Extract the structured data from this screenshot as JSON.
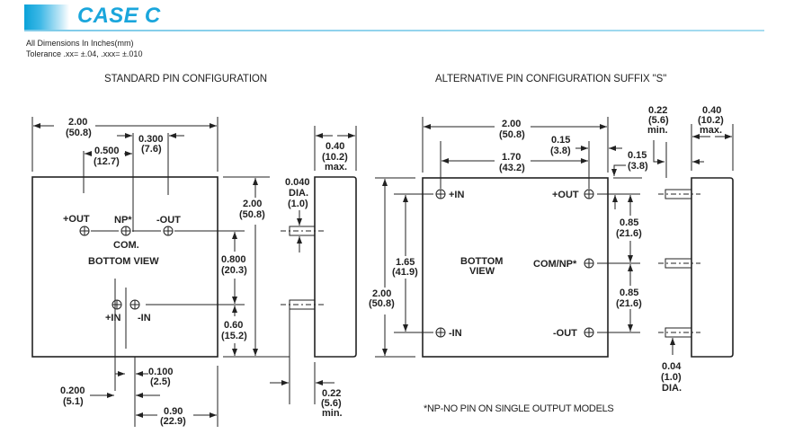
{
  "header": {
    "title": "CASE C",
    "accent_color": "#1aa6dc"
  },
  "notes": {
    "units": "All Dimensions In Inches(mm)",
    "tolerance": "Tolerance .xx= ±.04, .xxx= ±.010"
  },
  "sections": {
    "standard": "STANDARD PIN CONFIGURATION",
    "alternative": "ALTERNATIVE PIN CONFIGURATION SUFFIX \"S\""
  },
  "standard": {
    "pins": {
      "plus_out": "+OUT",
      "np": "NP*",
      "minus_out": "-OUT",
      "com": "COM.",
      "plus_in": "+IN",
      "minus_in": "-IN"
    },
    "view_label": "BOTTOM VIEW",
    "dims": {
      "width": [
        "2.00",
        "(50.8)"
      ],
      "pin_0500": [
        "0.500",
        "(12.7)"
      ],
      "pin_0300": [
        "0.300",
        "(7.6)"
      ],
      "height": [
        "2.00",
        "(50.8)"
      ],
      "d_0800": [
        "0.800",
        "(20.3)"
      ],
      "d_060": [
        "0.60",
        "(15.2)"
      ],
      "d_0100": [
        "0.100",
        "(2.5)"
      ],
      "d_0200": [
        "0.200",
        "(5.1)"
      ],
      "d_090": [
        "0.90",
        "(22.9)"
      ]
    },
    "side": {
      "depth": [
        "0.40",
        "(10.2)",
        "max."
      ],
      "pin_dia": [
        "0.040",
        "DIA.",
        "(1.0)"
      ],
      "pin_len": [
        "0.22",
        "(5.6)",
        "min."
      ]
    }
  },
  "alternative": {
    "pins": {
      "plus_in": "+IN",
      "plus_out": "+OUT",
      "com_np": "COM/NP*",
      "minus_in": "-IN",
      "minus_out": "-OUT"
    },
    "view_label": [
      "BOTTOM",
      "VIEW"
    ],
    "dims": {
      "width": [
        "2.00",
        "(50.8)"
      ],
      "d_170": [
        "1.70",
        "(43.2)"
      ],
      "d_015a": [
        "0.15",
        "(3.8)"
      ],
      "d_015b": [
        "0.15",
        "(3.8)"
      ],
      "height": [
        "2.00",
        "(50.8)"
      ],
      "d_165": [
        "1.65",
        "(41.9)"
      ],
      "d_085a": [
        "0.85",
        "(21.6)"
      ],
      "d_085b": [
        "0.85",
        "(21.6)"
      ]
    },
    "side": {
      "pin_len": [
        "0.22",
        "(5.6)",
        "min."
      ],
      "depth": [
        "0.40",
        "(10.2)",
        "max."
      ],
      "pin_dia": [
        "0.04",
        "(1.0)",
        "DIA."
      ]
    }
  },
  "footnote": "*NP-NO PIN ON SINGLE OUTPUT MODELS"
}
